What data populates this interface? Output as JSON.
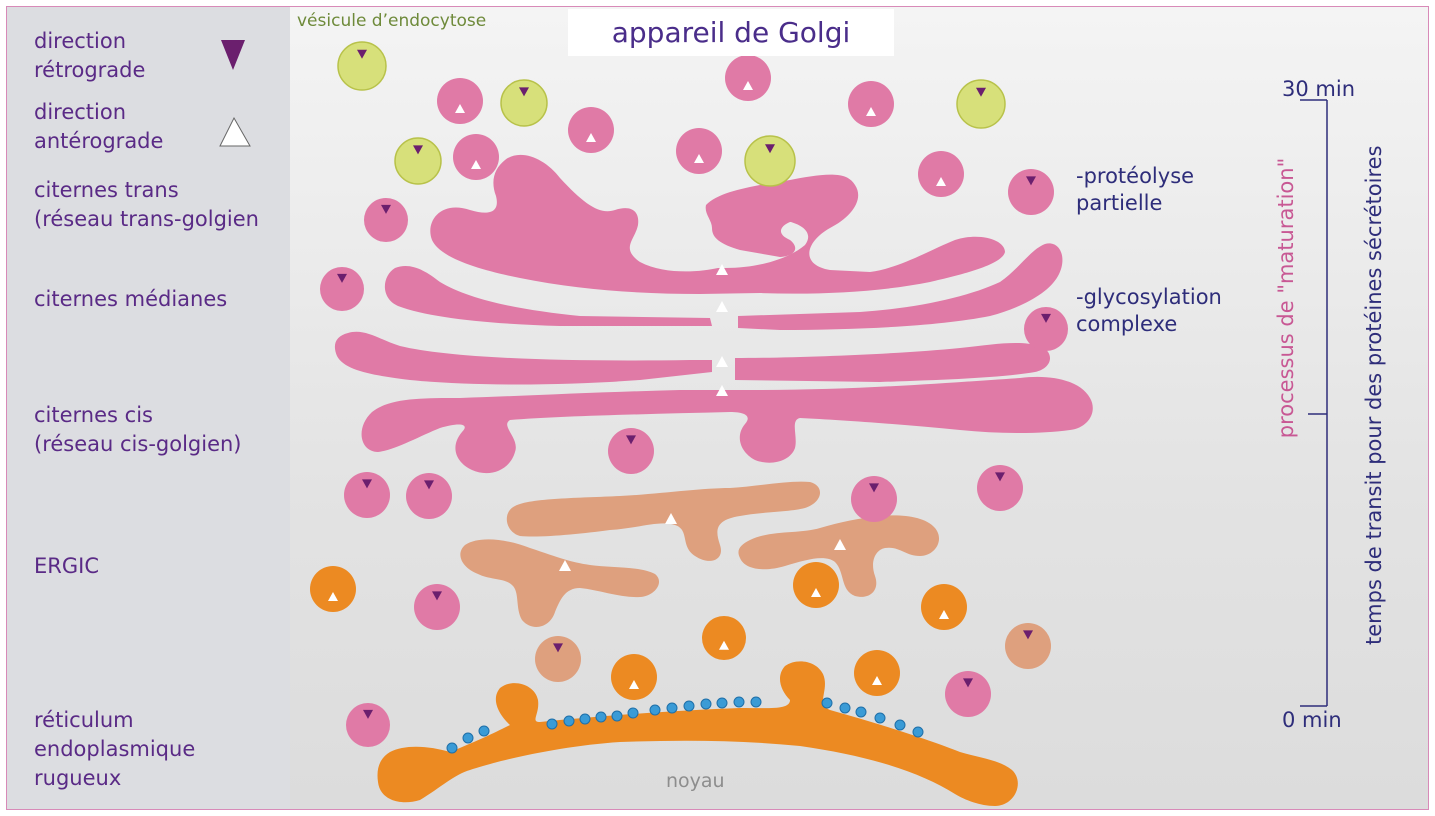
{
  "title": "appareil de Golgi",
  "vesicle_label": "vésicule d’endocytose",
  "legend": {
    "retrograde": "direction\nrétrograde",
    "anterograde": "direction\nantérograde",
    "trans": "citernes trans\n(réseau trans-golgien",
    "medianes": "citernes médianes",
    "cis": "citernes cis\n(réseau cis-golgien)",
    "ergic": "ERGIC",
    "reticulum": "réticulum\nendoplasmique\nrugueux"
  },
  "annotations": {
    "proteolyse": "-protéolyse\npartielle",
    "glycosylation": "-glycosylation\ncomplexe"
  },
  "nucleus_label": "noyau",
  "axis": {
    "top_label": "30 min",
    "bottom_label": "0 min",
    "maturation_label": "processus de \"maturation\"",
    "transit_label": "temps de transit pour des protéines sécrétoires"
  },
  "colors": {
    "golgi_pink": "#e07aa6",
    "ergic_salmon": "#dea07e",
    "er_orange": "#ec8a22",
    "endocytic_green": "#d7e07a",
    "retrograde_marker": "#6b1f6e",
    "anterograde_marker": "#ffffff",
    "ribosome_blue": "#3a9bd6",
    "label_purple": "#5a2a86",
    "maturation_pink": "#c85894",
    "axis_navy": "#2e2d7a"
  }
}
